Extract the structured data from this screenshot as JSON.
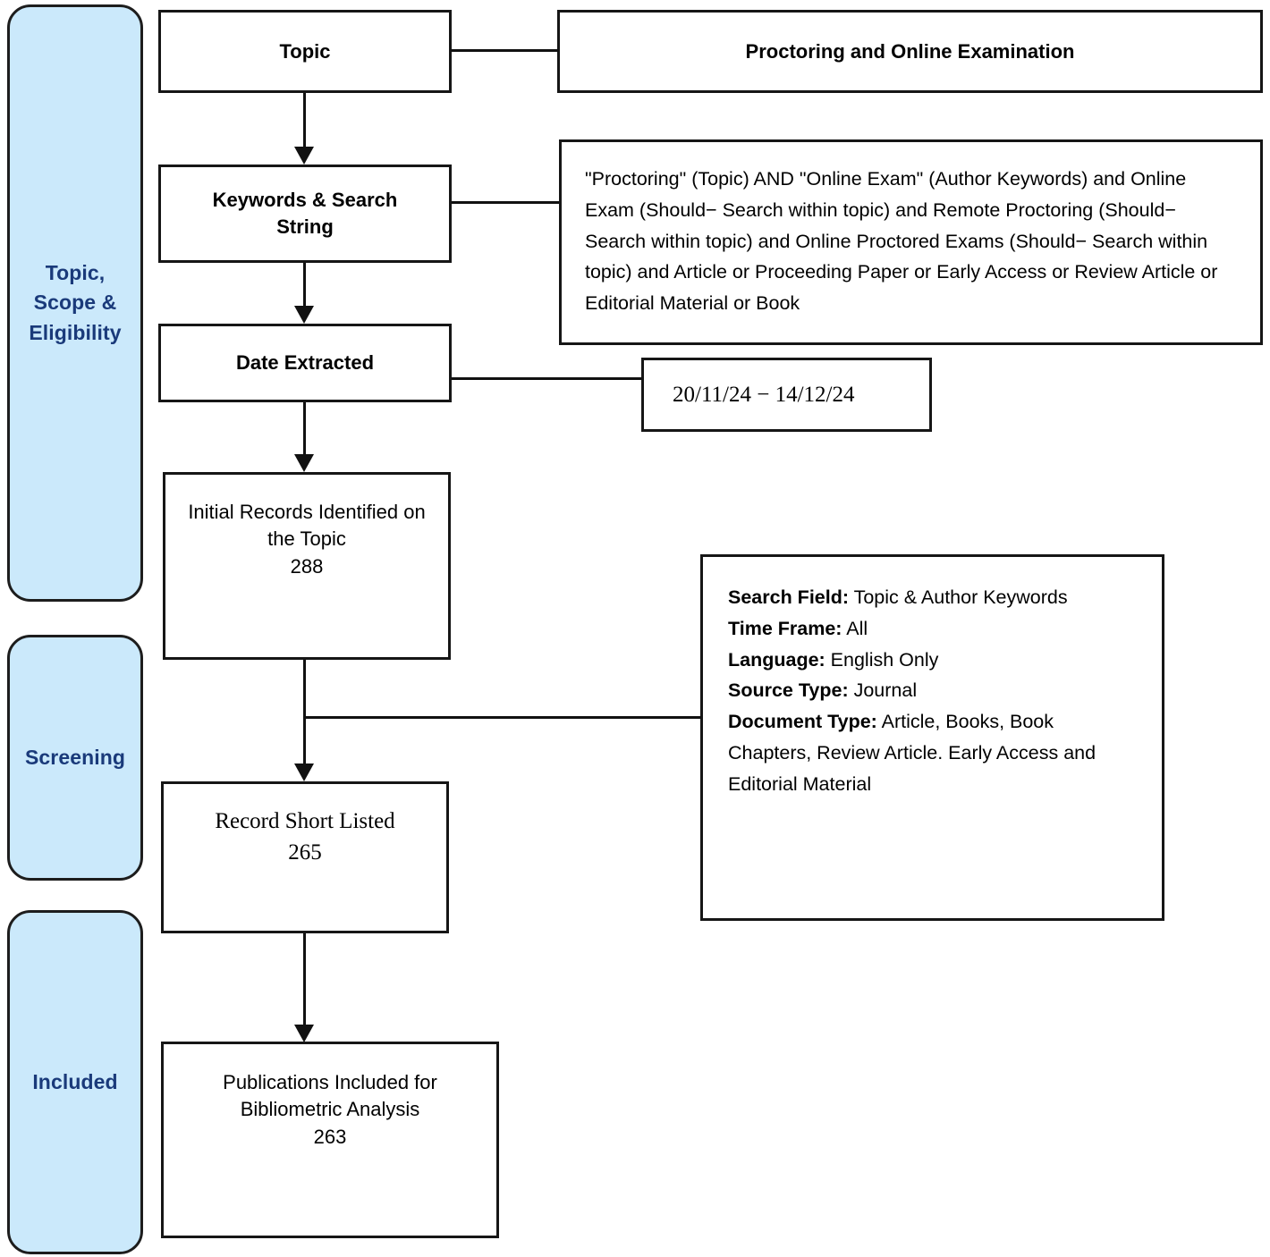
{
  "diagram": {
    "title": "PRISMA style flow diagram for bibliometric study selection",
    "accent_color": "#cbe9fb",
    "label_color": "#1a3a7a",
    "line_color": "#111111"
  },
  "stages": [
    {
      "id": "stage-topic-scope-eligibility",
      "label": "Topic,\nScope &\nEligibility"
    },
    {
      "id": "stage-screening",
      "label": "Screening"
    },
    {
      "id": "stage-included",
      "label": "Included"
    }
  ],
  "flow": {
    "topic": {
      "label": "Topic",
      "value": "Proctoring and Online Examination"
    },
    "keywords": {
      "label": "Keywords & Search String",
      "value": "\"Proctoring\"  (Topic) AND \"Online Exam\" (Author Keywords) and Online Exam (Should− Search within topic) and Remote Proctoring (Should− Search within topic) and Online Proctored Exams (Should− Search within topic) and Article or Proceeding Paper or Early Access or Review Article or Editorial Material or Book"
    },
    "date_extracted": {
      "label": "Date Extracted",
      "value": "20/11/24 − 14/12/24"
    },
    "initial_records": {
      "label": "Initial Records Identified on the Topic",
      "count": "288"
    },
    "shortlisted": {
      "label": "Record Short Listed",
      "count": "265"
    },
    "included": {
      "label": "Publications Included for Bibliometric Analysis",
      "count": "263"
    }
  },
  "criteria": {
    "items": [
      {
        "key": "Search Field:",
        "value": " Topic & Author Keywords"
      },
      {
        "key": "Time Frame:",
        "value": " All"
      },
      {
        "key": "Language:",
        "value": " English Only"
      },
      {
        "key": "Source Type:",
        "value": " Journal"
      },
      {
        "key": "Document Type:",
        "value": " Article, Books, Book Chapters, Review Article. Early Access and Editorial Material"
      }
    ]
  }
}
